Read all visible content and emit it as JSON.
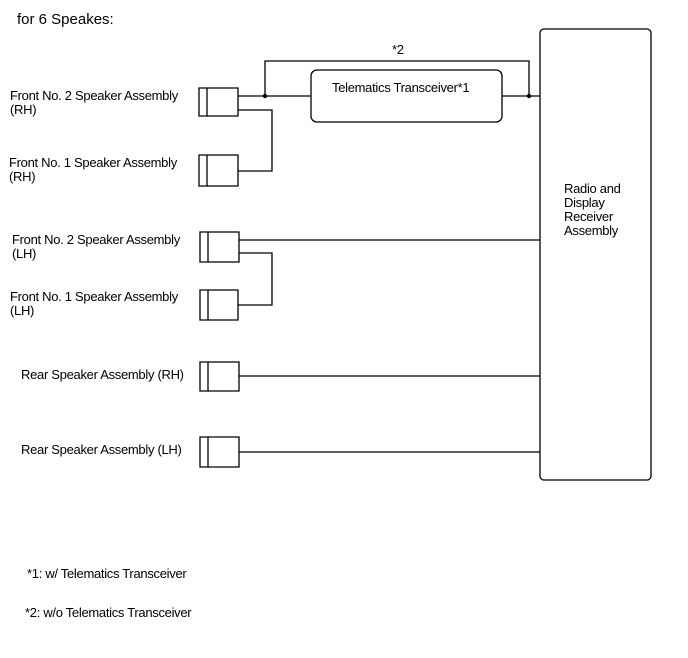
{
  "title": "for 6 Speakes:",
  "label_star2": "*2",
  "telematics": "Telematics Transceiver*1",
  "radio": {
    "line1": "Radio and",
    "line2": "Display",
    "line3": "Receiver",
    "line4": "Assembly"
  },
  "speakers": [
    {
      "name": "Front No. 2 Speaker Assembly",
      "side": "(RH)"
    },
    {
      "name": "Front No. 1 Speaker Assembly",
      "side": "(RH)"
    },
    {
      "name": "Front No. 2 Speaker Assembly",
      "side": "(LH)"
    },
    {
      "name": "Front No. 1 Speaker Assembly",
      "side": "(LH)"
    },
    {
      "name": "Rear Speaker Assembly (RH)",
      "side": ""
    },
    {
      "name": "Rear Speaker Assembly (LH)",
      "side": ""
    }
  ],
  "notes": {
    "note1": "*1: w/ Telematics Transceiver",
    "note2": "*2: w/o Telematics Transceiver"
  }
}
